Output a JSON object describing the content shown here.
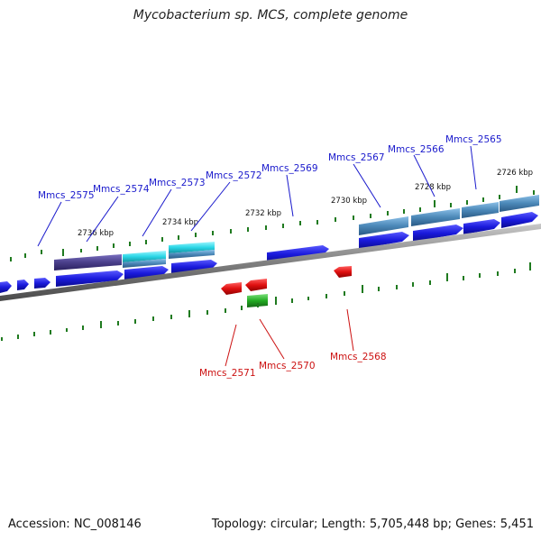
{
  "title": "Mycobacterium sp. MCS, complete genome",
  "footer": {
    "accession": "Accession: NC_008146",
    "summary": "Topology: circular; Length: 5,705,448 bp; Genes: 5,451"
  },
  "kbp_labels": [
    "2736 kbp",
    "2734 kbp",
    "2732 kbp",
    "2730 kbp",
    "2728 kbp",
    "2726 kbp"
  ],
  "genes_top": [
    "Mmcs_2575",
    "Mmcs_2574",
    "Mmcs_2573",
    "Mmcs_2572",
    "Mmcs_2569",
    "Mmcs_2567",
    "Mmcs_2566",
    "Mmcs_2565"
  ],
  "genes_bottom": [
    "Mmcs_2571",
    "Mmcs_2570",
    "Mmcs_2568"
  ],
  "colors": {
    "forward_gene": "#1a1adc",
    "reverse_gene": "#e01010",
    "rna_gene": "#22aa22",
    "top_label": "#1a1acc",
    "bottom_label": "#cc1111",
    "tick": "#1f7a1f",
    "backbone": "#808080",
    "cog_dark": "#4a3f8a",
    "cog_cyan": "#2ad6e6",
    "cog_steel": "#4b88b8"
  }
}
